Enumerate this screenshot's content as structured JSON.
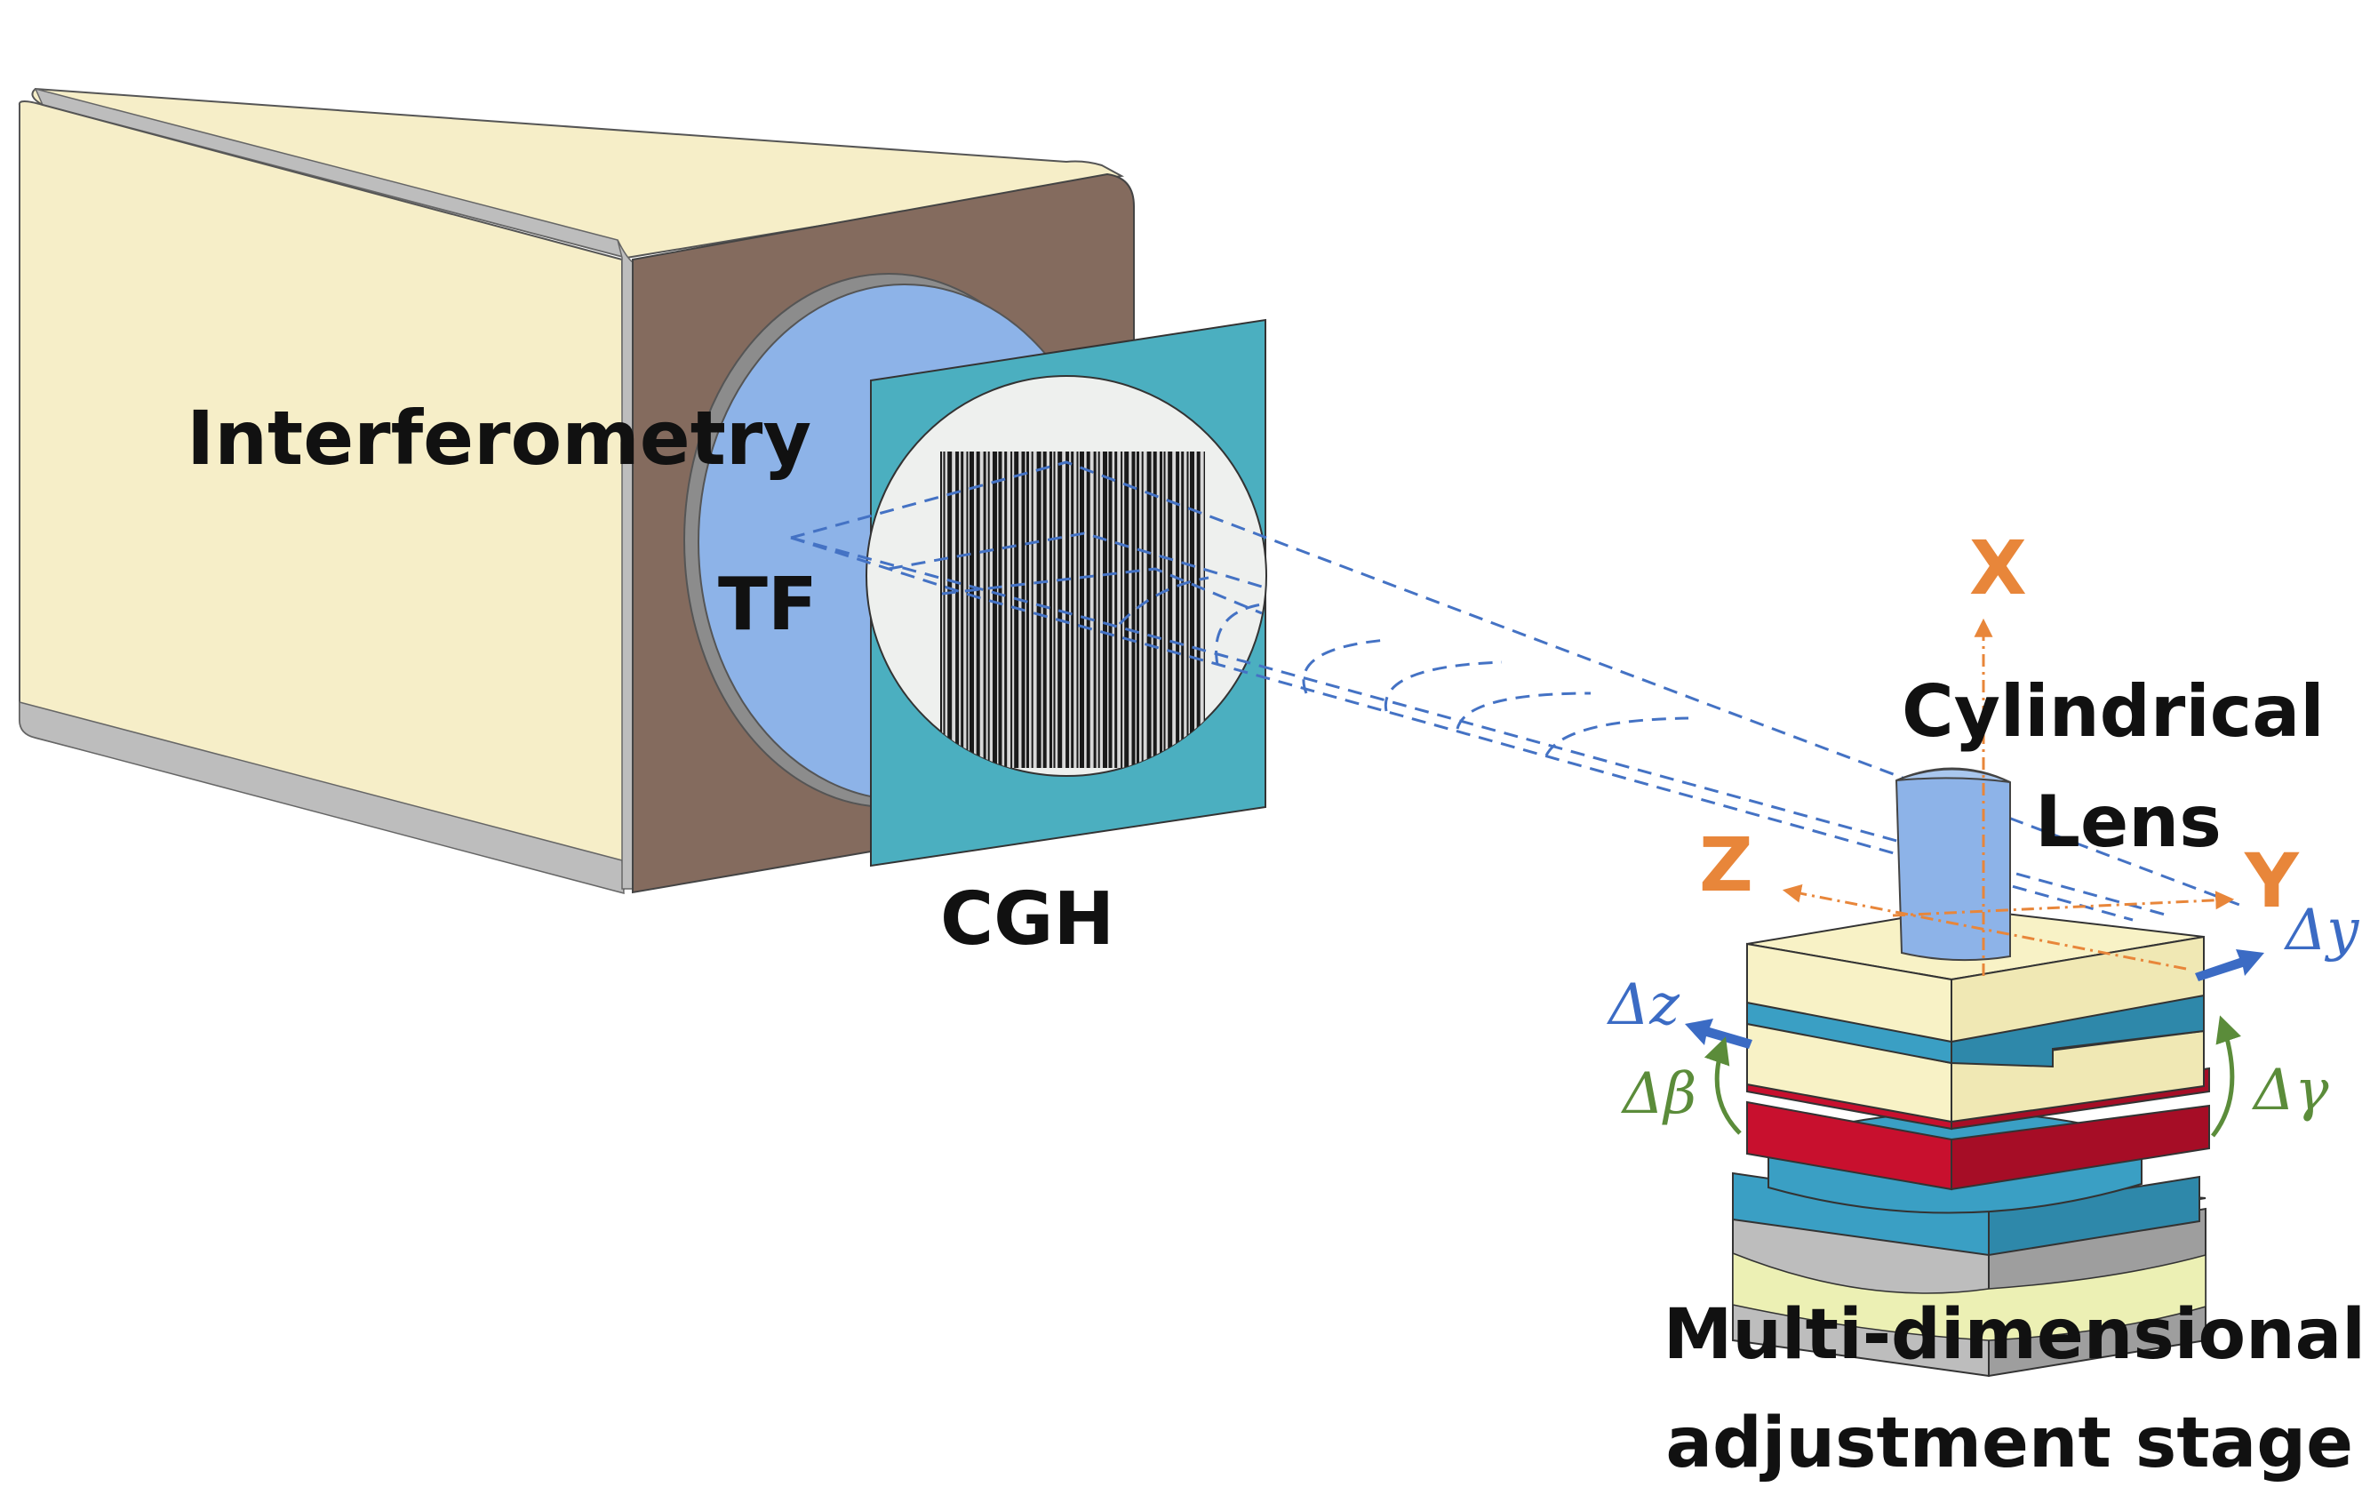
{
  "labels": {
    "interferometry": "Interferometry",
    "tf": "TF",
    "cgh": "CGH",
    "cylindrical_line1": "Cylindrical",
    "cylindrical_line2": "Lens",
    "stage_line1": "Multi-dimensional",
    "stage_line2": "adjustment stage"
  },
  "axes": {
    "x": "X",
    "y": "Y",
    "z": "Z"
  },
  "motions": {
    "dy": "Δy",
    "dz": "Δz",
    "dbeta": "Δβ",
    "dgamma": "Δγ"
  },
  "colors": {
    "interferometer_body": "#F6EEC8",
    "interferometer_face": "#846B5E",
    "transmission_flat": "#8DB3E8",
    "cgh_frame": "#4BAFC0",
    "beam": "#4472C4",
    "axis": "#E8863A",
    "translation_arrow": "#3B6BC4",
    "rotation_arrow": "#5B8C3A",
    "stage_red": "#C8102E",
    "stage_teal": "#3A9FC4",
    "stage_yellow": "#F8F2C6"
  }
}
